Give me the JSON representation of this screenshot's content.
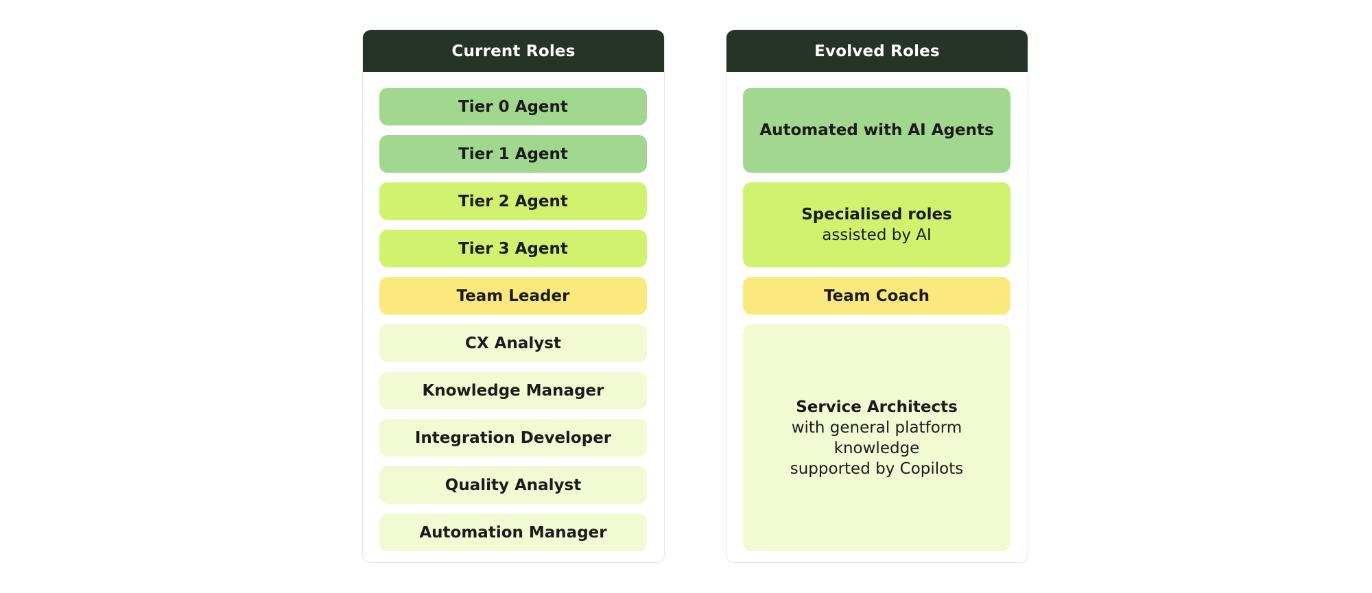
{
  "current": {
    "title": "Current Roles",
    "roles": [
      {
        "label": "Tier 0 Agent",
        "color": "#a1d78e"
      },
      {
        "label": "Tier 1 Agent",
        "color": "#a1d78e"
      },
      {
        "label": "Tier 2 Agent",
        "color": "#d0f26e"
      },
      {
        "label": "Tier 3 Agent",
        "color": "#d0f26e"
      },
      {
        "label": "Team Leader",
        "color": "#fce97e"
      },
      {
        "label": "CX Analyst",
        "color": "#f2fad3"
      },
      {
        "label": "Knowledge Manager",
        "color": "#f2fad3"
      },
      {
        "label": "Integration Developer",
        "color": "#f2fad3"
      },
      {
        "label": "Quality Analyst",
        "color": "#f2fad3"
      },
      {
        "label": "Automation Manager",
        "color": "#f2fad3"
      }
    ]
  },
  "evolved": {
    "title": "Evolved Roles",
    "roles": [
      {
        "label": "Automated with AI Agents",
        "color": "#a1d78e"
      },
      {
        "label": "Specialised roles",
        "sub": "assisted by AI",
        "color": "#d0f26e"
      },
      {
        "label": "Team Coach",
        "color": "#fce97e"
      },
      {
        "label": "Service Architects",
        "sub_lines": [
          "with general platform",
          "knowledge",
          "supported by Copilots"
        ],
        "color": "#f2fad3"
      }
    ]
  },
  "colors": {
    "header_bg": "#253426",
    "header_text": "#ffffff",
    "panel_border": "#e6e6e6"
  }
}
